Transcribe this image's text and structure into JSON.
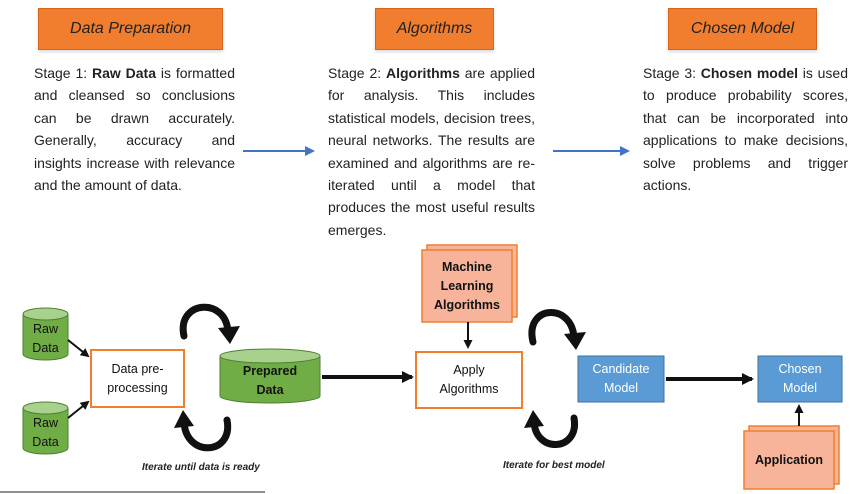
{
  "stages": [
    {
      "title": "Data Preparation",
      "prefix": "Stage 1: ",
      "keyword": "Raw Data",
      "rest": " is formatted and cleansed so conclusions can be drawn accurately. Generally, accuracy and insights increase with relevance and the amount of data."
    },
    {
      "title": "Algorithms",
      "prefix": "Stage 2: ",
      "keyword": "Algorithms",
      "rest": " are applied for analysis. This includes statistical models, decision trees, neural networks. The results are examined and algorithms are re-iterated until a model that produces the most useful results emerges."
    },
    {
      "title": "Chosen Model",
      "prefix": "Stage 3: ",
      "keyword": "Chosen model",
      "rest": " is used to produce probability scores, that can be incorporated into applications to make decisions, solve problems and trigger actions."
    }
  ],
  "nodes": {
    "raw_data_1": "Raw\nData",
    "raw_data_2": "Raw\nData",
    "preprocessing": "Data pre-\nprocessing",
    "prepared_data": "Prepared\nData",
    "ml_algorithms": "Machine\nLearning\nAlgorithms",
    "apply_algorithms": "Apply\nAlgorithms",
    "candidate_model": "Candidate\nModel",
    "chosen_model": "Chosen\nModel",
    "application": "Application"
  },
  "captions": {
    "iterate_data": "Iterate until data is ready",
    "iterate_model": "Iterate for best model"
  },
  "colors": {
    "header_orange": "#f07e2e",
    "orange_outline": "#f07e2e",
    "salmon_fill": "#f7b49a",
    "green_cylinder": "#70ad47",
    "blue_box": "#5b9bd5",
    "arrow_blue": "#4472c4",
    "arrow_black": "#111111"
  }
}
